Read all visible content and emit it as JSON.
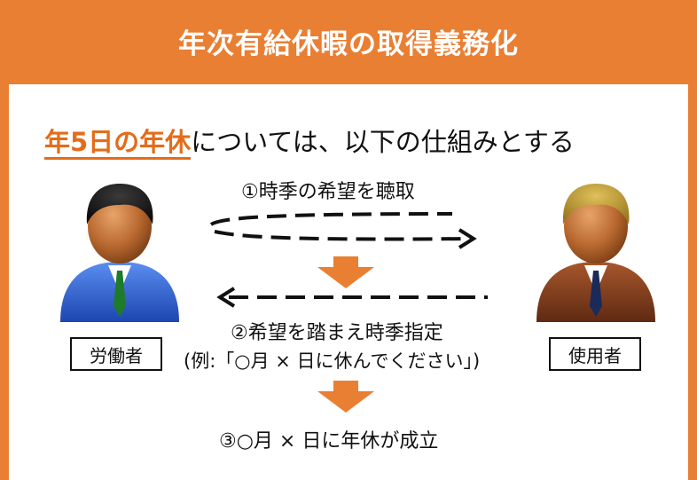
{
  "header": {
    "title": "年次有給休暇の取得義務化"
  },
  "headline": {
    "highlight": "年5日の年休",
    "rest": "については、以下の仕組みとする"
  },
  "steps": {
    "step1": "①時季の希望を聴取",
    "step2": "②希望を踏まえ時季指定",
    "step2_example": "(例:「○月 × 日に休んでください」)",
    "step3": "③○月 × 日に年休が成立"
  },
  "actors": {
    "worker_label": "労働者",
    "employer_label": "使用者"
  },
  "colors": {
    "accent": "#e97f33",
    "highlight_text": "#e36c1b",
    "worker_suit": "#2f5fcf",
    "employer_suit": "#7a3a1c"
  }
}
